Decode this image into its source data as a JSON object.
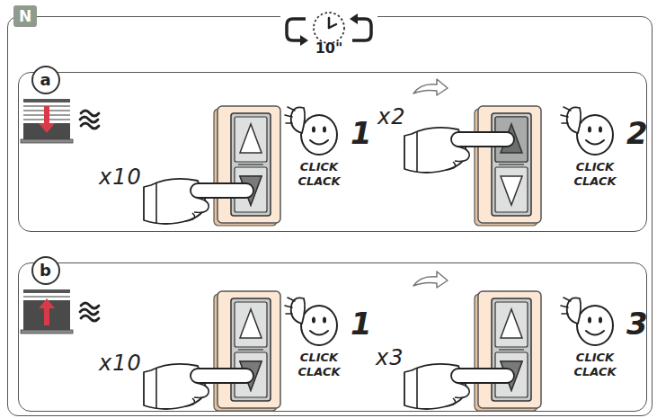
{
  "diagram": {
    "nodes": [
      {
        "text": [
          "N"
        ]
      },
      {
        "text": [
          "a"
        ],
        "in": 0
      },
      {
        "text": [
          "b"
        ],
        "in": 0
      }
    ],
    "labels": [
      "10\"",
      "x10",
      "CLICK CLACK",
      "1",
      "x2",
      "CLICK CLACK",
      "2",
      "x10",
      "CLICK CLACK",
      "1",
      "x3",
      "CLICK CLACK",
      "3"
    ]
  }
}
